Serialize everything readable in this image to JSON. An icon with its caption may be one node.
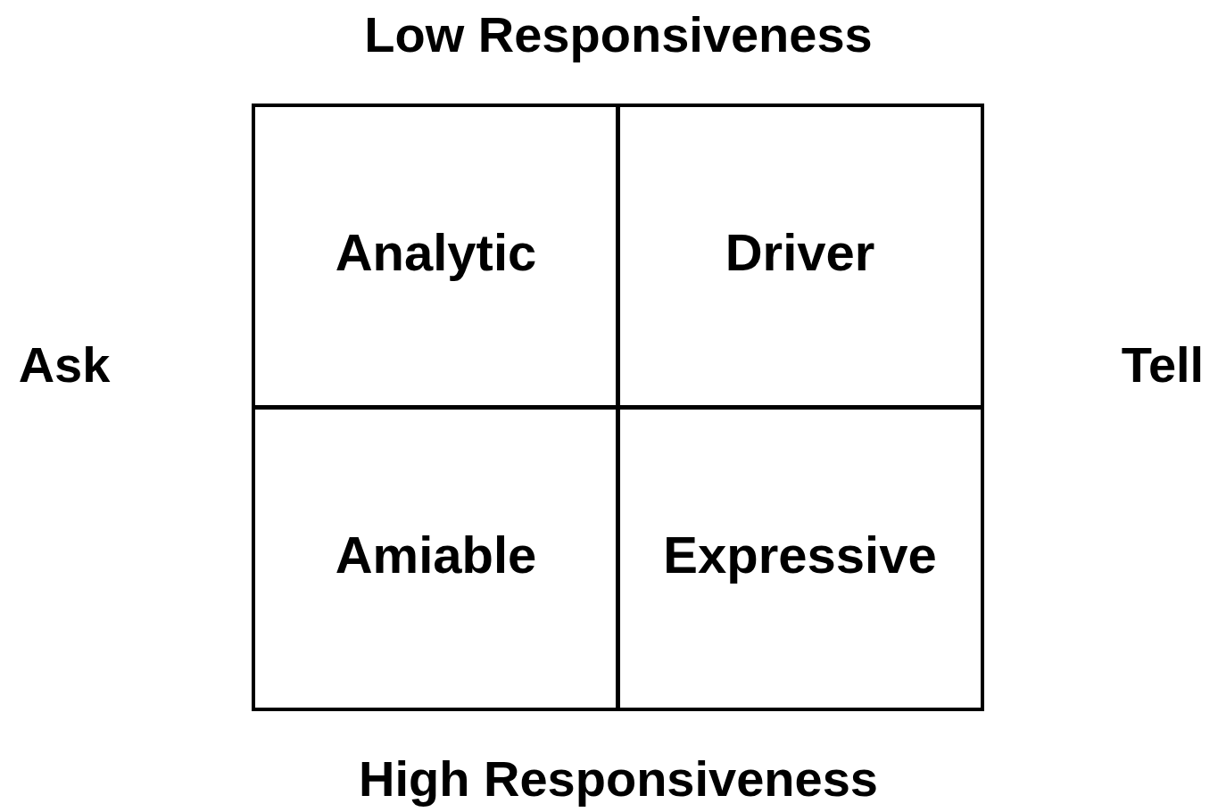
{
  "diagram": {
    "nodes": [
      {
        "text": [
          "Analytic"
        ]
      },
      {
        "text": [
          "Driver"
        ]
      },
      {
        "text": [
          "Amiable"
        ]
      },
      {
        "text": [
          "Expressive"
        ]
      }
    ],
    "labels": [
      "Low Responsiveness",
      "Ask",
      "Tell",
      "High Responsiveness"
    ]
  }
}
